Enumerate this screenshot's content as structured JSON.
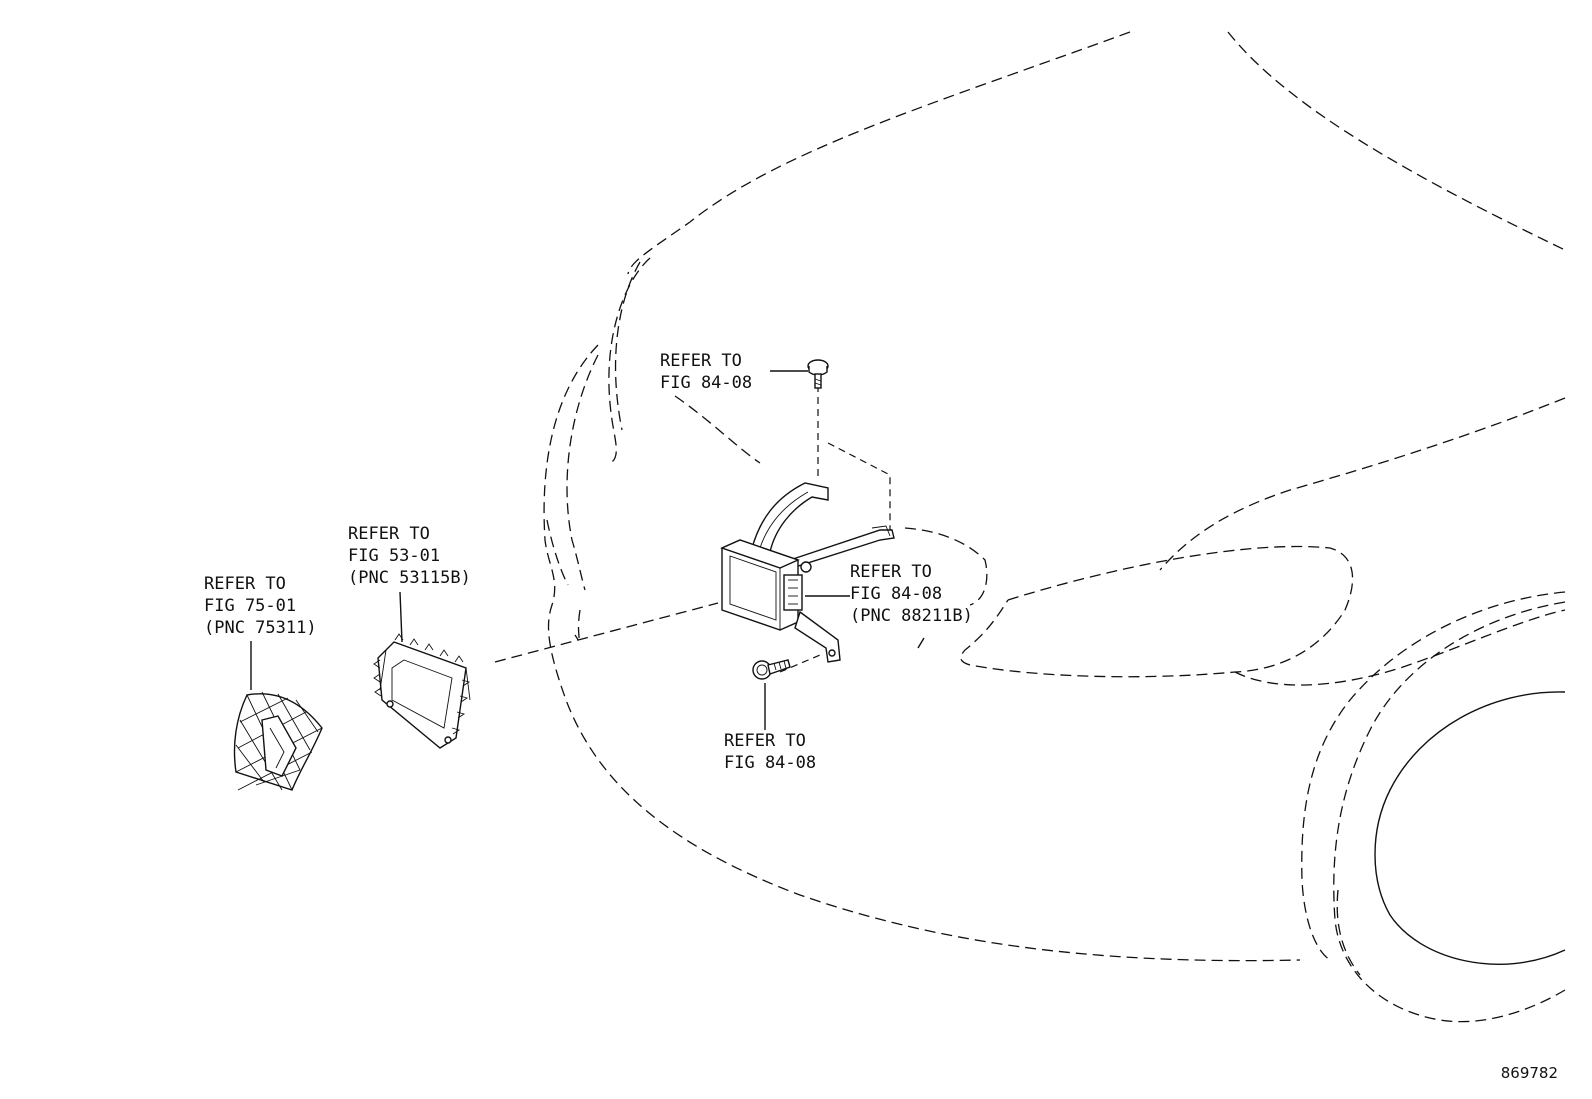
{
  "labels": {
    "top_bolt": [
      "REFER TO",
      "FIG 84-08"
    ],
    "bottom_bolt": [
      "REFER TO",
      "FIG 84-08"
    ],
    "radar_sensor": [
      "REFER TO",
      "FIG 84-08",
      "(PNC 88211B)"
    ],
    "grille_cover": [
      "REFER TO",
      "FIG 53-01",
      "(PNC 53115B)"
    ],
    "emblem": [
      "REFER TO",
      "FIG 75-01",
      "(PNC 75311)"
    ]
  },
  "figure_number": "869782"
}
